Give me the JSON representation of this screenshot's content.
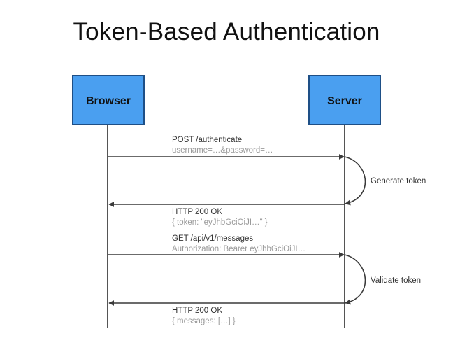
{
  "title": "Token-Based Authentication",
  "actors": {
    "browser": "Browser",
    "server": "Server"
  },
  "colors": {
    "actor_fill": "#4a9ff0",
    "actor_border": "#1e4f86",
    "lifeline": "#555555",
    "arrow": "#3a3a3a",
    "secondary_text": "#9a9a9a"
  },
  "messages": [
    {
      "direction": "browser-to-server",
      "main": "POST /authenticate",
      "sub": "username=…&password=…"
    },
    {
      "direction": "server-to-browser",
      "main": "HTTP 200 OK",
      "sub": "{ token: \"eyJhbGciOiJI…\" }"
    },
    {
      "direction": "browser-to-server",
      "main": "GET /api/v1/messages",
      "sub": "Authorization: Bearer eyJhbGciOiJI…"
    },
    {
      "direction": "server-to-browser",
      "main": "HTTP 200 OK",
      "sub": "{ messages: […] }"
    }
  ],
  "self_actions": [
    {
      "actor": "server",
      "label": "Generate token"
    },
    {
      "actor": "server",
      "label": "Validate token"
    }
  ]
}
